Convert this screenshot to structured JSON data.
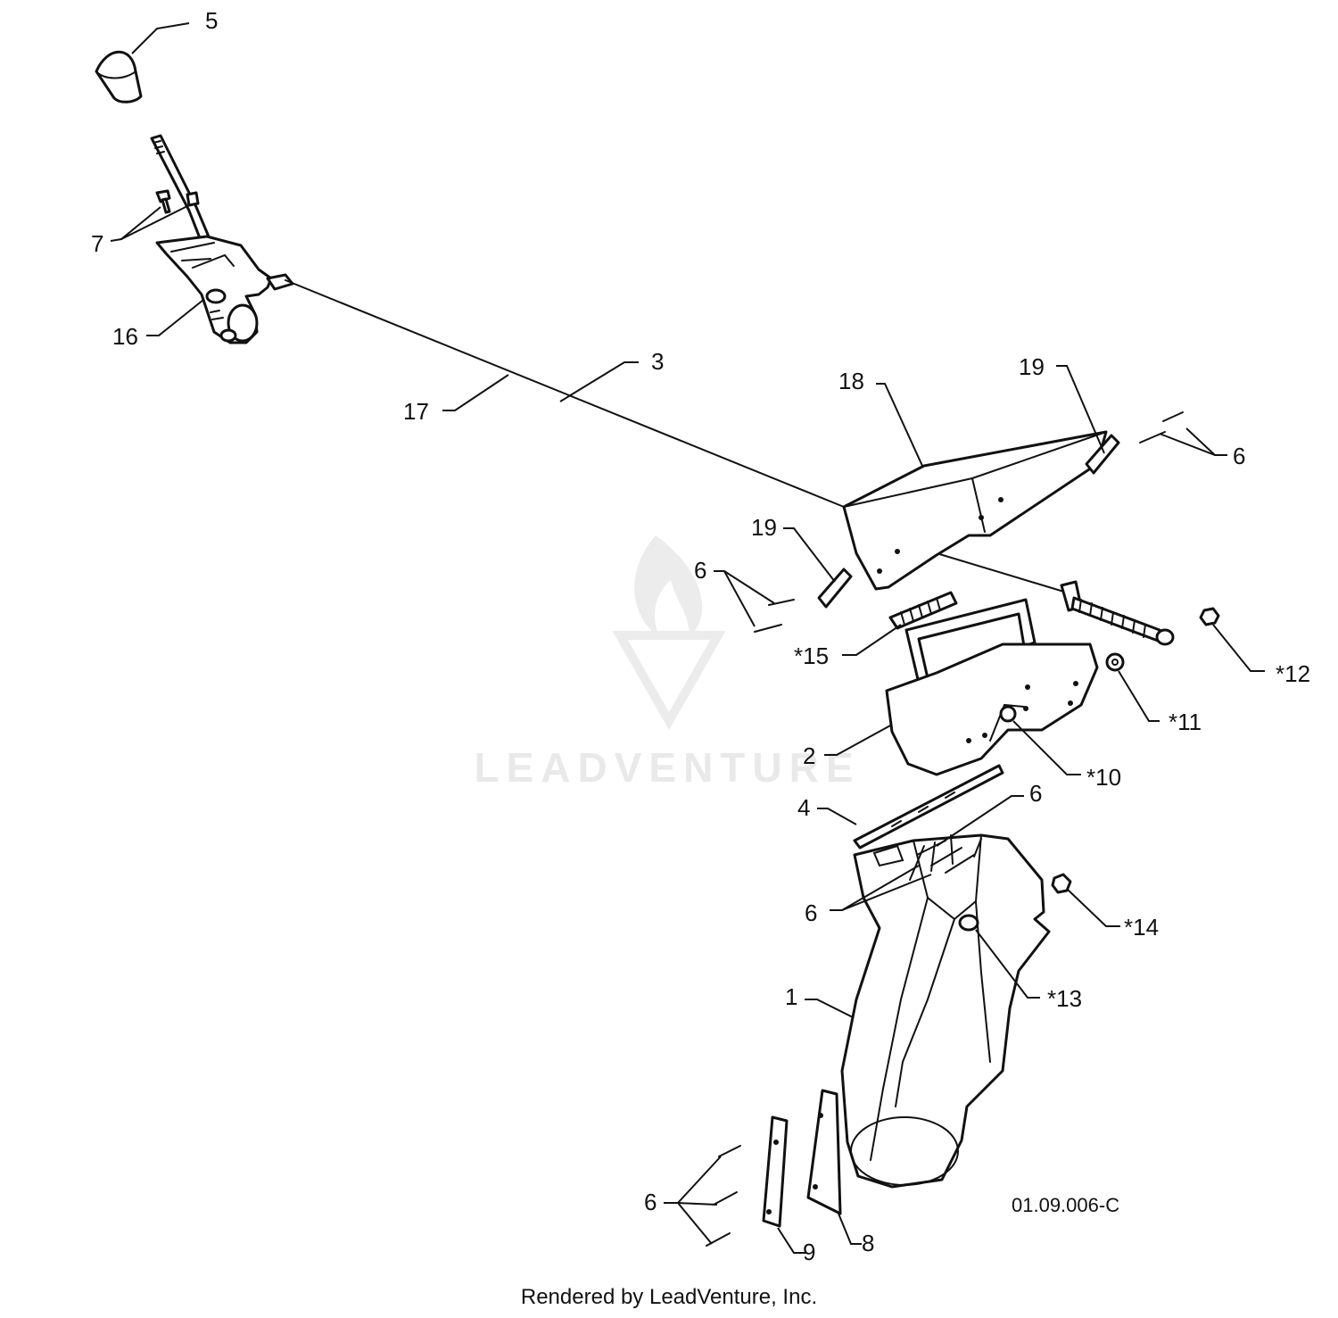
{
  "watermark": {
    "brand": "LEADVENTURE"
  },
  "drawing_code": "01.09.006-C",
  "footer": "Rendered by LeadVenture, Inc.",
  "callouts": {
    "c1": "1",
    "c2": "2",
    "c3": "3",
    "c4": "4",
    "c5": "5",
    "c6a": "6",
    "c6b": "6",
    "c6c": "6",
    "c6d": "6",
    "c6e": "6",
    "c7": "7",
    "c8": "8",
    "c9": "9",
    "c10": "*10",
    "c11": "*11",
    "c12": "*12",
    "c13": "*13",
    "c14": "*14",
    "c15": "*15",
    "c16": "16",
    "c17": "17",
    "c18": "18",
    "c19a": "19",
    "c19b": "19"
  }
}
